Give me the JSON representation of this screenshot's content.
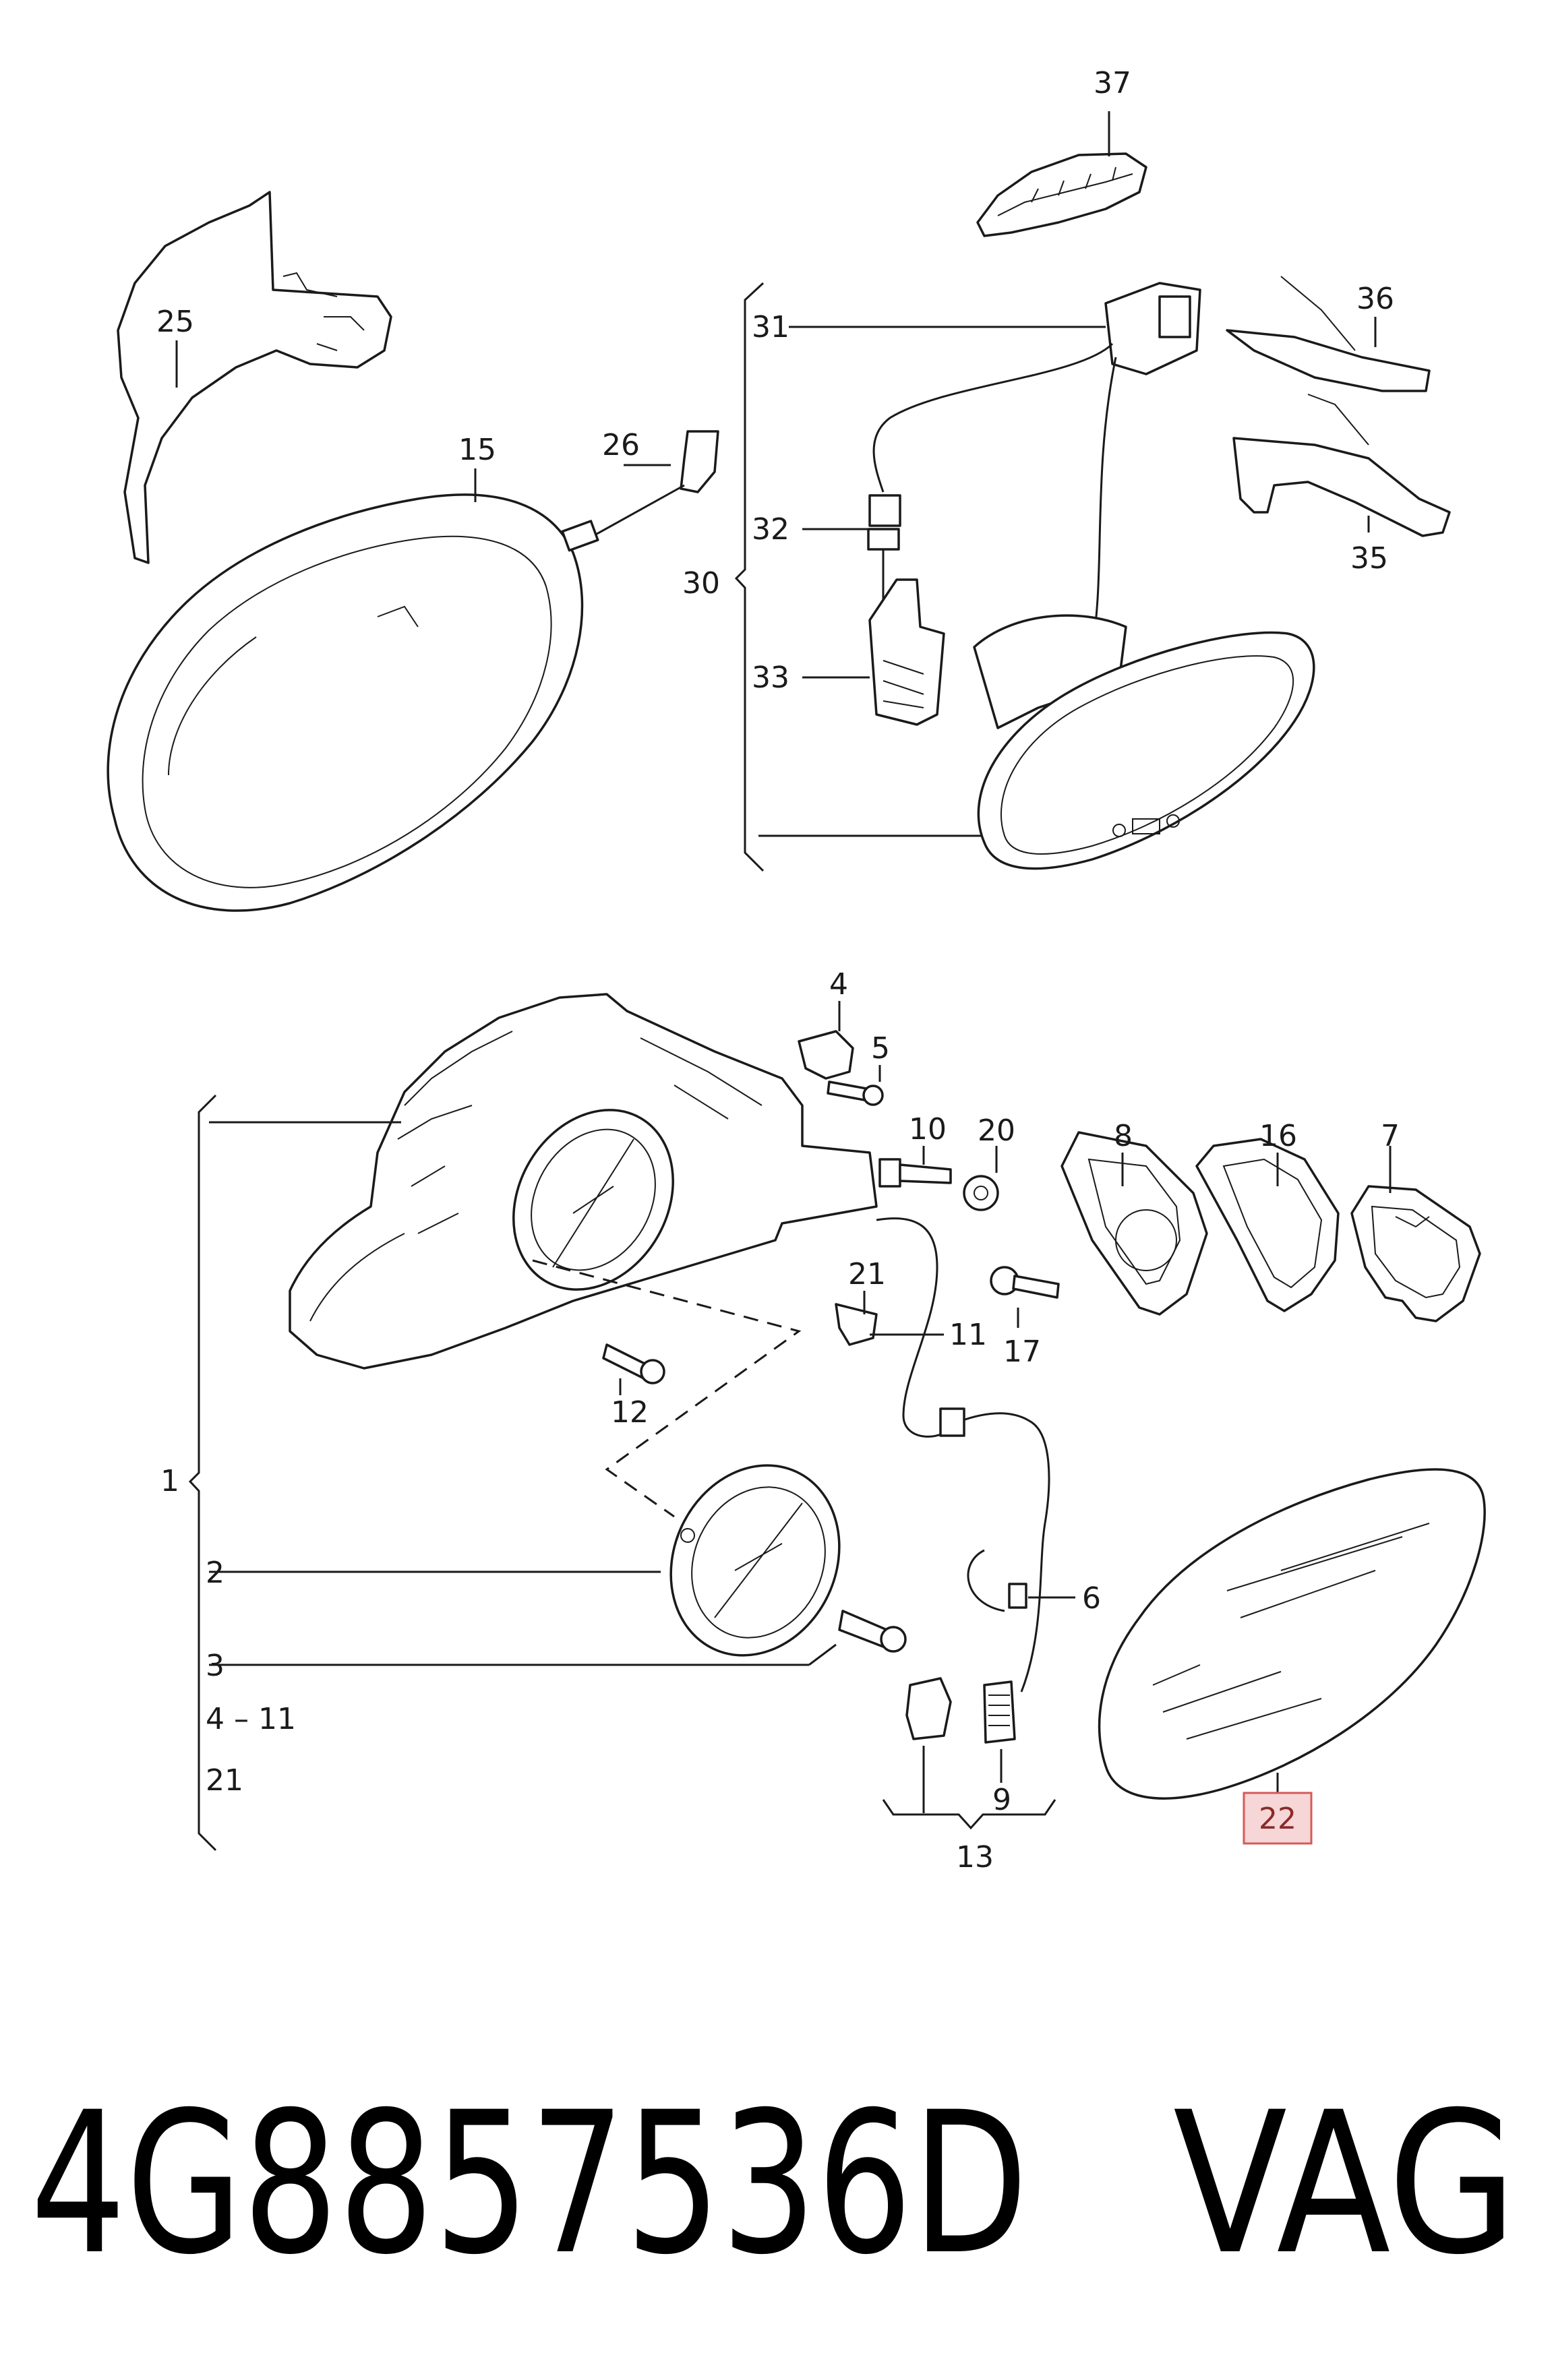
{
  "labels": {
    "p1": "1",
    "p2": "2",
    "p3": "3",
    "p4": "4",
    "p5": "5",
    "p6": "6",
    "p7": "7",
    "p8": "8",
    "p9": "9",
    "p10": "10",
    "p11": "11",
    "p12": "12",
    "p13": "13",
    "p15": "15",
    "p16": "16",
    "p17": "17",
    "p20": "20",
    "p21a": "21",
    "p21b": "21",
    "p22": "22",
    "p25": "25",
    "p26": "26",
    "p30": "30",
    "p31": "31",
    "p32": "32",
    "p33": "33",
    "p35": "35",
    "p36": "36",
    "p37": "37",
    "range": "4 – 11"
  },
  "highlighted_part": "22",
  "highlight_color": "#f6d6d6",
  "footer": {
    "part_number": "4G8857536D",
    "brand": "VAG"
  }
}
